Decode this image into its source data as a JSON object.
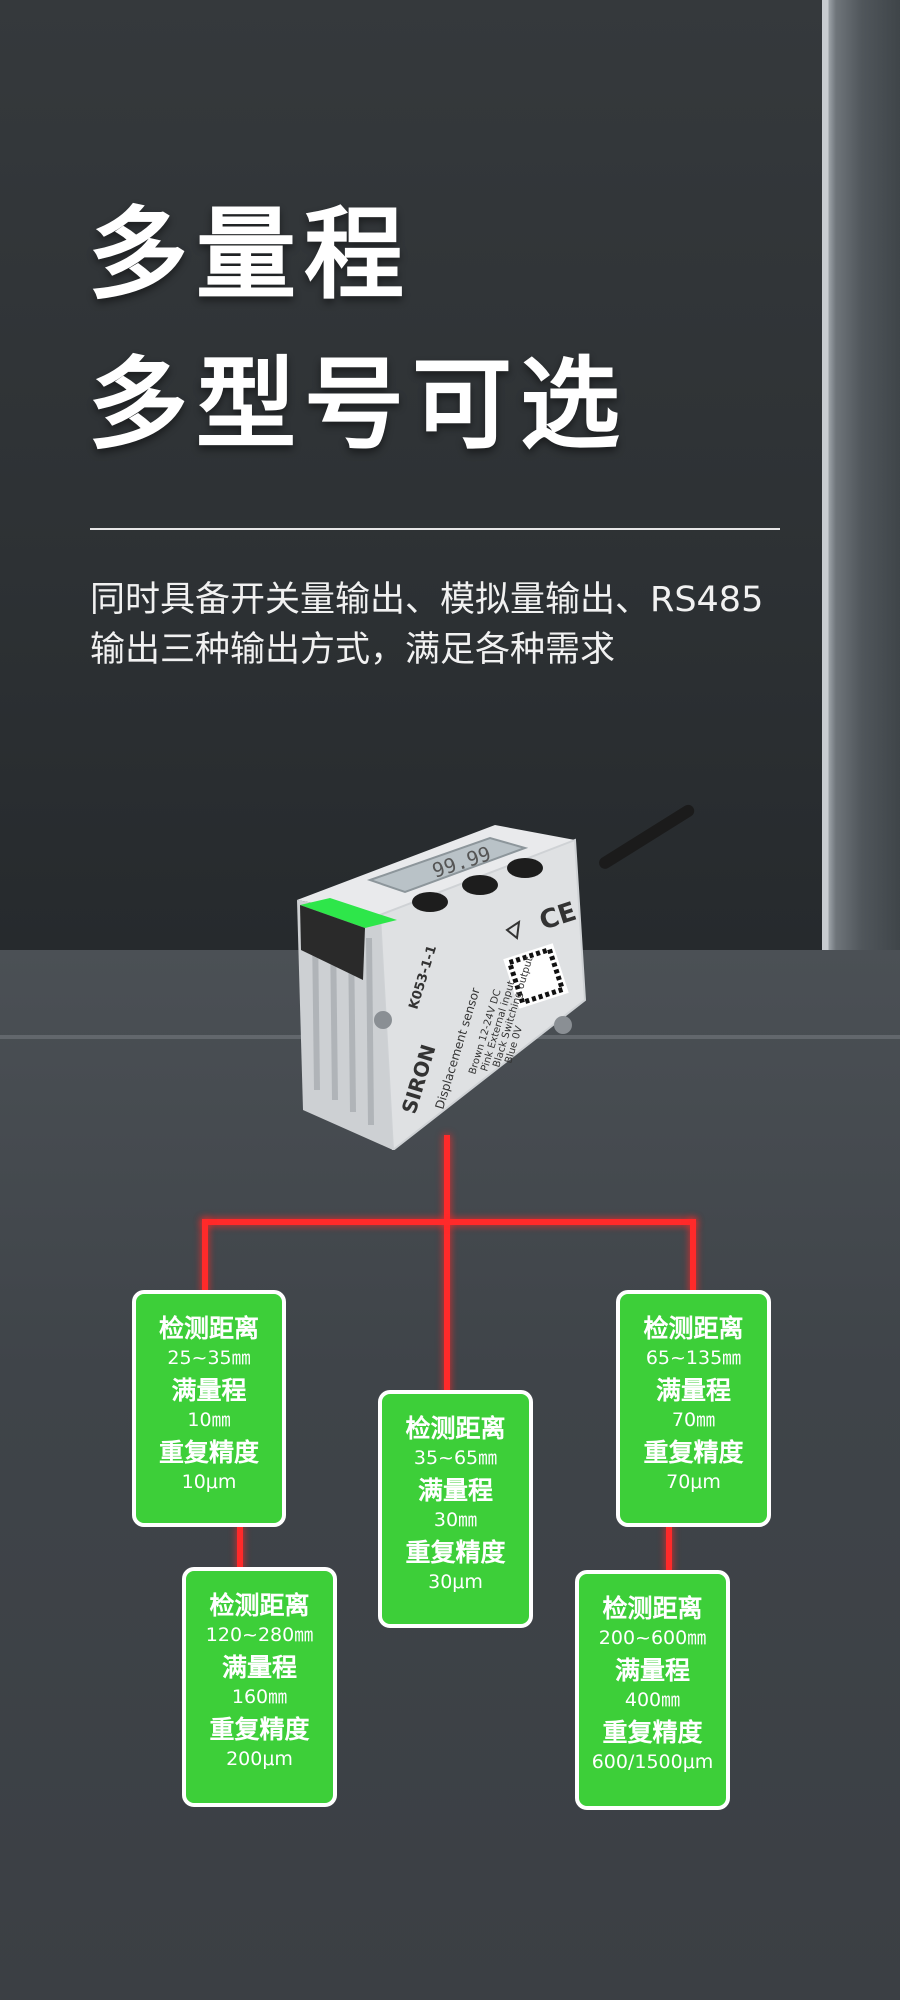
{
  "headline": {
    "line1": "多量程",
    "line2": "多型号可选"
  },
  "description": {
    "line1": "同时具备开关量输出、模拟量输出、RS485",
    "line2": "输出三种输出方式，满足各种需求"
  },
  "sensor": {
    "brand": "SIRON",
    "model": "K053-1-1",
    "type_label": "Displacement sensor",
    "wiring": [
      "Brown 12-24V DC",
      "Pink External input",
      "Black Switching output",
      "Blue 0V"
    ],
    "display_digits": "99.99",
    "ce_mark": "CE"
  },
  "labels": {
    "distance": "检测距离",
    "range": "满量程",
    "precision": "重复精度"
  },
  "specs": [
    {
      "distance": "25~35㎜",
      "range": "10㎜",
      "precision": "10μm"
    },
    {
      "distance": "120~280㎜",
      "range": "160㎜",
      "precision": "200μm"
    },
    {
      "distance": "35~65㎜",
      "range": "30㎜",
      "precision": "30μm"
    },
    {
      "distance": "65~135㎜",
      "range": "70㎜",
      "precision": "70μm"
    },
    {
      "distance": "200~600㎜",
      "range": "400㎜",
      "precision": "600/1500μm"
    }
  ],
  "colors": {
    "card_green": "#3dcf39",
    "laser_red": "#ff2a2a",
    "indicator_green": "#2ee64a"
  }
}
